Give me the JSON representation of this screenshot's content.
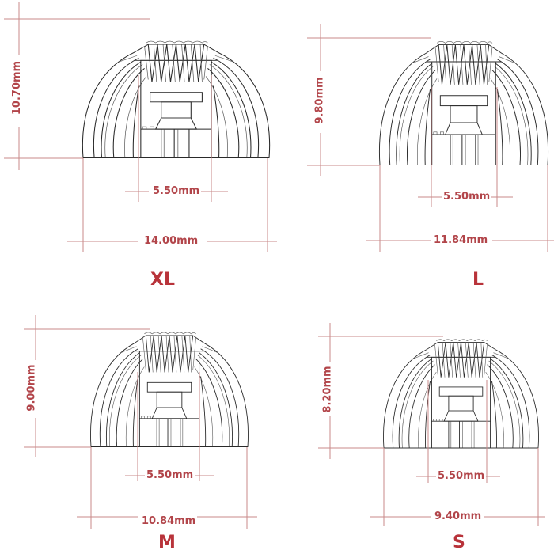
{
  "diagram": {
    "subject": "ear tip dimension chart",
    "accent_color": "#b8333a",
    "line_color": "#c98a8a",
    "panels": [
      {
        "size": "XL",
        "height_label": "10.70mm",
        "bore_label": "5.50mm",
        "width_label": "14.00mm"
      },
      {
        "size": "L",
        "height_label": "9.80mm",
        "bore_label": "5.50mm",
        "width_label": "11.84mm"
      },
      {
        "size": "M",
        "height_label": "9.00mm",
        "bore_label": "5.50mm",
        "width_label": "10.84mm"
      },
      {
        "size": "S",
        "height_label": "8.20mm",
        "bore_label": "5.50mm",
        "width_label": "9.40mm"
      }
    ]
  }
}
